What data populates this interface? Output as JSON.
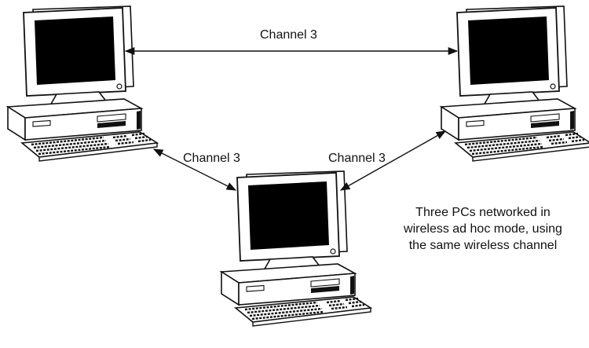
{
  "links": {
    "top": "Channel 3",
    "left": "Channel 3",
    "right": "Channel 3"
  },
  "caption": [
    "Three PCs networked in",
    "wireless ad hoc mode, using",
    "the same wireless channel"
  ],
  "colors": {
    "line": "#111111",
    "screen": "#000000",
    "background": "#ffffff"
  },
  "nodes": [
    "pc-top-left",
    "pc-top-right",
    "pc-bottom-center"
  ]
}
